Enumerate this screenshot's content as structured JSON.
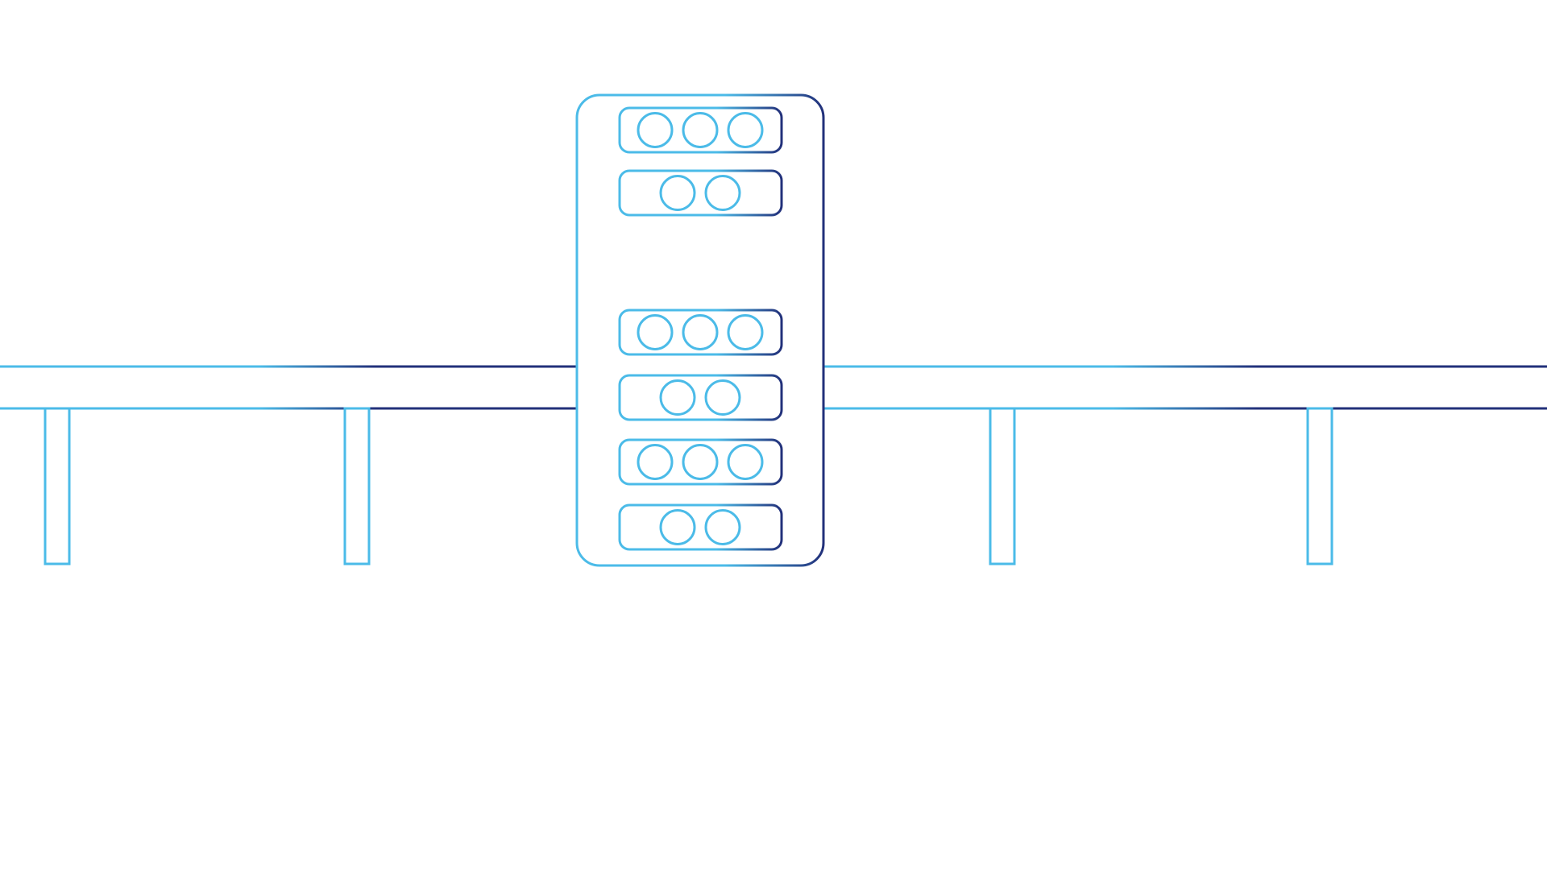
{
  "colors": {
    "background": "#ffffff",
    "line_light": "#4bbbe8",
    "line_dark": "#22307a"
  },
  "illustration": {
    "subject": "server-rack-on-conveyor-rail",
    "rack": {
      "slots": [
        {
          "lights": 3
        },
        {
          "lights": 2
        },
        {
          "lights": 0,
          "empty": true
        },
        {
          "lights": 3
        },
        {
          "lights": 2
        },
        {
          "lights": 3
        },
        {
          "lights": 2
        }
      ]
    },
    "rail_supports": 4
  }
}
